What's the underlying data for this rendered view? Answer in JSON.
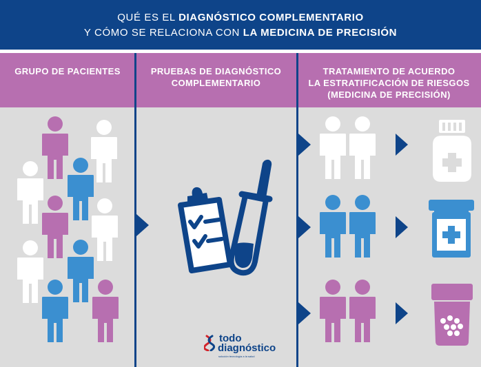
{
  "header": {
    "line1_pre": "QUÉ ES EL ",
    "line1_bold": "DIAGNÓSTICO COMPLEMENTARIO",
    "line2_pre": "Y CÓMO SE RELACIONA CON ",
    "line2_bold": "LA MEDICINA DE PRECISIÓN"
  },
  "columns": [
    {
      "lines": [
        "GRUPO DE PACIENTES"
      ]
    },
    {
      "lines": [
        "PRUEBAS DE DIAGNÓSTICO",
        "COMPLEMENTARIO"
      ]
    },
    {
      "lines": [
        "TRATAMIENTO DE ACUERDO",
        "LA ESTRATIFICACIÓN DE RIESGOS",
        "(MEDICINA DE PRECISIÓN)"
      ]
    }
  ],
  "colors": {
    "navy": "#0e4489",
    "purple": "#b76fb0",
    "blue": "#3b8fd0",
    "white": "#ffffff",
    "background": "#dcdcdc"
  },
  "icons": {
    "group": "people-group-icon",
    "test": "clipboard-test-tube-icon",
    "bottle1": "pill-bottle-white-icon",
    "bottle2": "pill-bottle-blue-icon",
    "bottle3": "pill-bottle-purple-icon",
    "arrow": "triangle-arrow-icon"
  },
  "logo": {
    "line1": "todo",
    "line2": "diagnóstico",
    "tagline": "solución tecnología a la salud"
  }
}
